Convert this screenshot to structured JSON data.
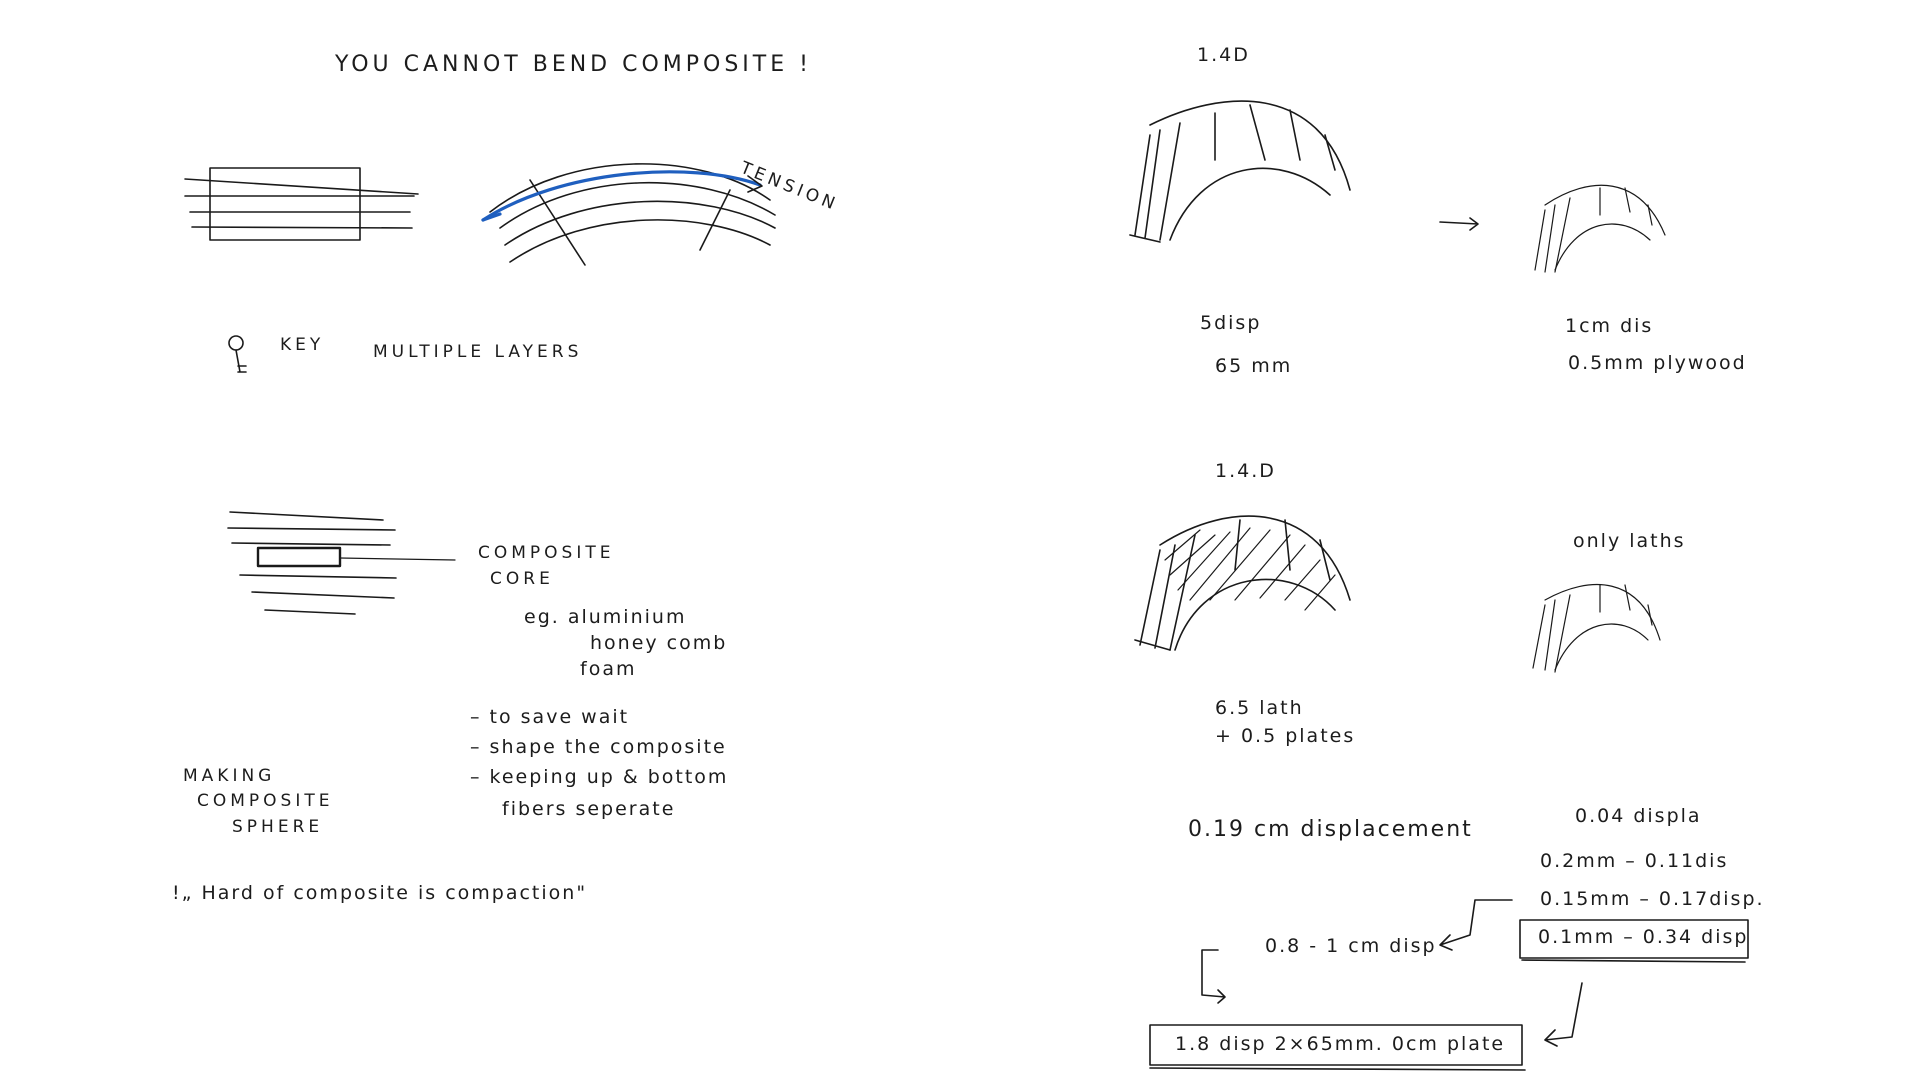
{
  "colors": {
    "ink": "#1a1a1a",
    "tension_arrow": "#1f5fbf",
    "paper": "#ffffff"
  },
  "left": {
    "headline": "YOU CANNOT BEND COMPOSITE !",
    "tension_label": "TENSION",
    "key_label": "KEY",
    "multiple_layers": "MULTIPLE LAYERS",
    "composite_core_line1": "COMPOSITE",
    "composite_core_line2": "CORE",
    "eg_line1": "eg. aluminium",
    "eg_line2": "honey comb",
    "eg_line3": "foam",
    "bullet_1": "– to save wait",
    "bullet_2": "– shape the composite",
    "bullet_3": "– keeping up & bottom",
    "bullet_3b": "fibers seperate",
    "making_line1": "MAKING",
    "making_line2": "COMPOSITE",
    "making_line3": "SPHERE",
    "quote": "!„ Hard of composite is compaction\""
  },
  "right": {
    "label_top": "1.4D",
    "label_5disp": "5disp",
    "label_65mm": "65 mm",
    "label_1cm": "1cm dis",
    "label_plywood": "0.5mm plywood",
    "label_mid": "1.4.D",
    "label_only_laths": "only laths",
    "label_lath": "6.5 lath",
    "label_plates": "+ 0.5 plates",
    "label_019": "0.19 cm displacement",
    "label_004": "0.04 displa",
    "row_02": "0.2mm – 0.11dis",
    "row_015": "0.15mm – 0.17disp.",
    "row_01": "0.1mm – 0.34 disp",
    "label_08": "0.8 - 1 cm disp",
    "final_box": "1.8 disp   2×65mm. 0cm plate"
  }
}
